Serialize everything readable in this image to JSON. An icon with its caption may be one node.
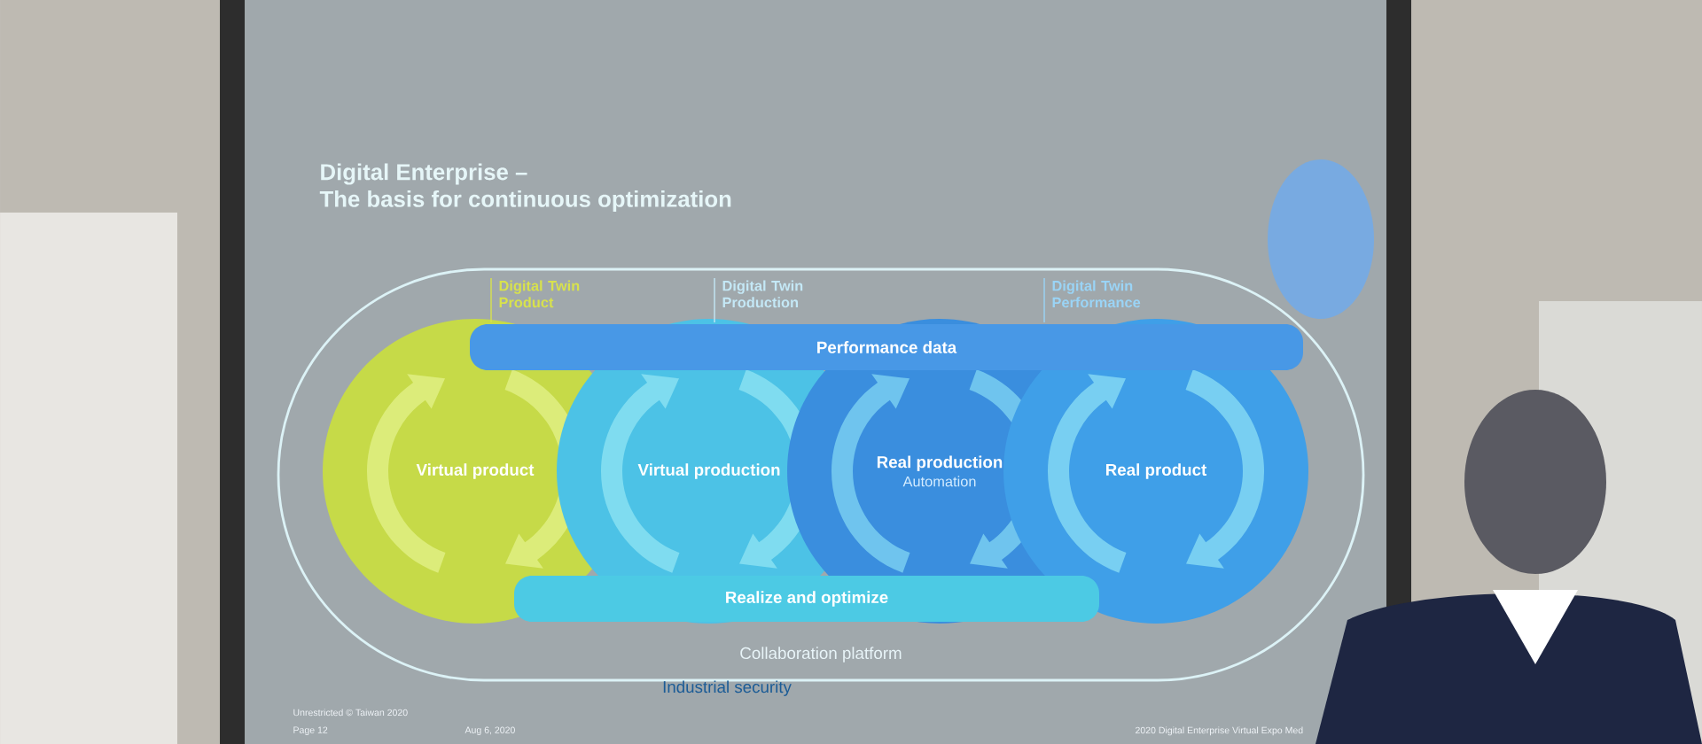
{
  "diagram": {
    "title": "Digital Enterprise – The basis for continuous optimization",
    "nodes": [
      {
        "text": [
          "Collaboration platform"
        ]
      },
      {
        "text": [
          "Virtual product"
        ],
        "in": 0
      },
      {
        "text": [
          "Virtual production"
        ],
        "in": 0
      },
      {
        "text": [
          "Real production",
          "Automation"
        ],
        "in": 0
      },
      {
        "text": [
          "Real product"
        ],
        "in": 0
      },
      {
        "text": [
          "Performance data"
        ],
        "in": 0
      },
      {
        "text": [
          "Realize and optimize"
        ],
        "in": 0
      }
    ],
    "edges": [],
    "labels": [
      "Digital Twin Product",
      "Digital Twin Production",
      "Digital Twin Performance",
      "Industrial security",
      "Unrestricted © Taiwan 2020",
      "Page 12",
      "Aug 6, 2020",
      "2020 Digital Enterprise Virtual Expo Med"
    ]
  }
}
